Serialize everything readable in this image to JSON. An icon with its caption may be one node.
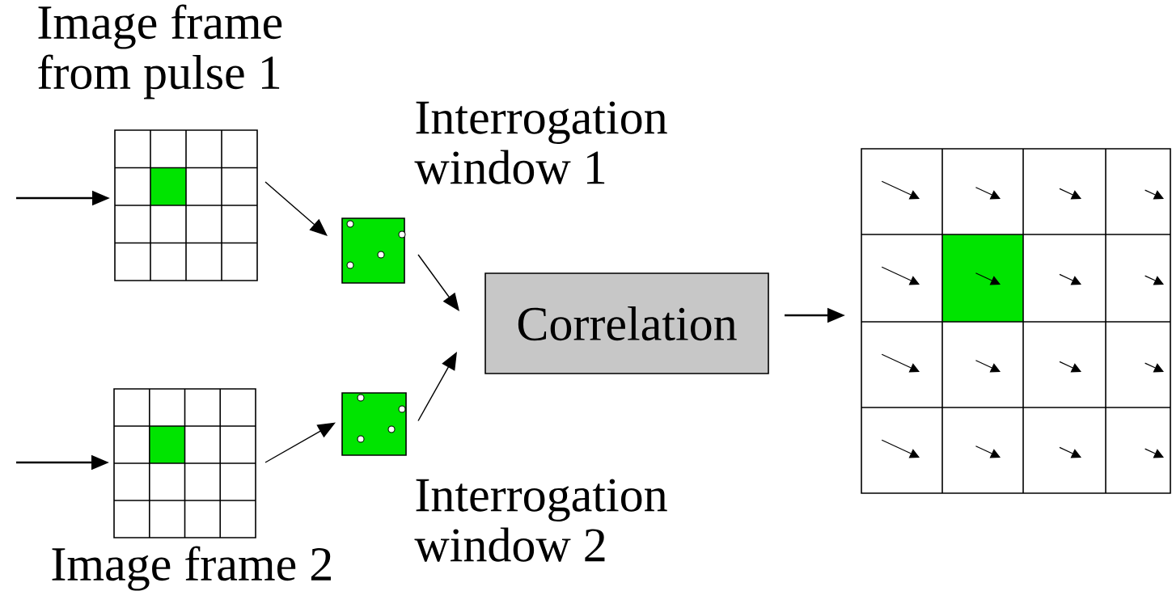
{
  "diagram": {
    "nodes": [
      {
        "text": [
          "Image frame from pulse 1"
        ]
      },
      {
        "text": [
          "Image frame 2"
        ]
      },
      {
        "text": [
          "Interrogation window 1"
        ]
      },
      {
        "text": [
          "Interrogation window 2"
        ]
      },
      {
        "text": [
          "Correlation"
        ]
      },
      {
        "text": [],
        "shape": "box"
      }
    ],
    "edges": [
      {
        "from": null,
        "to": 0,
        "arrow": "to"
      },
      {
        "from": null,
        "to": 1,
        "arrow": "to"
      },
      {
        "from": 0,
        "to": 2,
        "arrow": "to"
      },
      {
        "from": 1,
        "to": 3,
        "arrow": "to"
      },
      {
        "from": 2,
        "to": 4,
        "arrow": "to"
      },
      {
        "from": 3,
        "to": 4,
        "arrow": "to"
      },
      {
        "from": 4,
        "to": 5,
        "arrow": "to"
      }
    ]
  }
}
